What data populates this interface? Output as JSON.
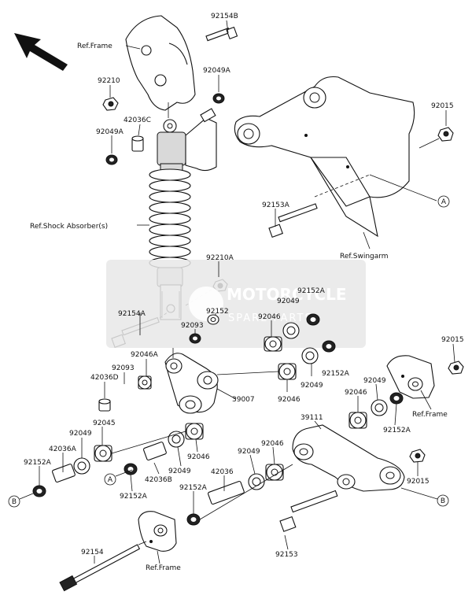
{
  "labels": {
    "p92154B": "92154B",
    "refFrameTop": "Ref.Frame",
    "p92210": "92210",
    "p92049A_top": "92049A",
    "p42036C": "42036C",
    "p92049A_left": "92049A",
    "p92015_top": "92015",
    "p92153A": "92153A",
    "refShock": "Ref.Shock Absorber(s)",
    "refSwingarm": "Ref.Swingarm",
    "p92210A": "92210A",
    "p92152A_a": "92152A",
    "p92049_a": "92049",
    "p92154A": "92154A",
    "p92152": "92152",
    "p92093_a": "92093",
    "p92046_a": "92046",
    "p92015_right": "92015",
    "p92046A": "92046A",
    "p92093_b": "92093",
    "p92152A_b": "92152A",
    "p92049_b": "92049",
    "p42036D": "42036D",
    "p92046_b": "92046",
    "p39007": "39007",
    "p92049_c": "92049",
    "p92046_c": "92046",
    "refFrameRight": "Ref.Frame",
    "p92152A_c": "92152A",
    "p92045": "92045",
    "p92049_d": "92049",
    "p39111": "39111",
    "p42036A": "42036A",
    "p92152A_d": "92152A",
    "p42036B": "42036B",
    "p92049_e": "92049",
    "p92046_d": "92046",
    "p92049_f": "92049",
    "p92046_e": "92046",
    "p92152A_e": "92152A",
    "p42036": "42036",
    "p92152A_f": "92152A",
    "p92015_bottom": "92015",
    "p92154": "92154",
    "refFrameBottom": "Ref.Frame",
    "p92153": "92153"
  },
  "markers": {
    "A_right": "A",
    "A_left": "A",
    "B_left": "B",
    "B_right": "B"
  },
  "watermark": {
    "line1": "MOTORCYCLE",
    "line2": "SPARE PARTS",
    "color": "#e8e8e8"
  }
}
